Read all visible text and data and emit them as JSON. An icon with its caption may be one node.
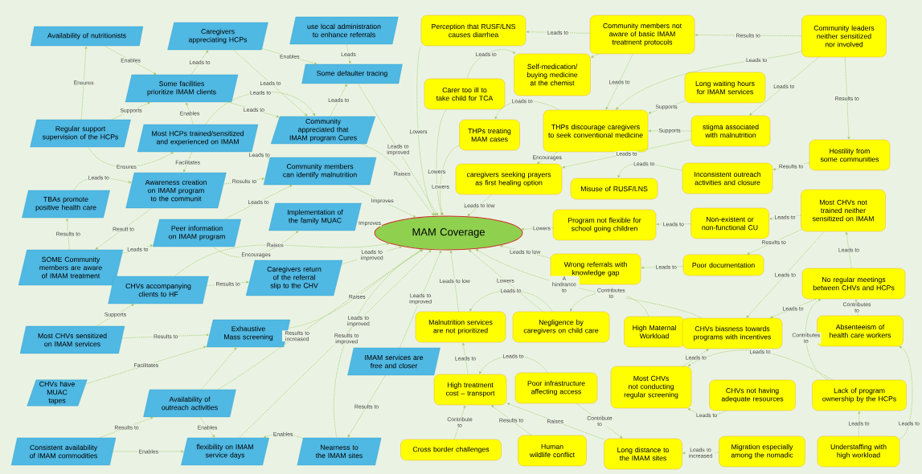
{
  "diagram": {
    "nodes": [
      {
        "text": [
          "MAM Coverage"
        ]
      },
      {
        "text": [
          "Availability of nutritionists"
        ]
      },
      {
        "text": [
          "Caregivers appreciating HCPs"
        ]
      },
      {
        "text": [
          "use local administration to enhance referrals"
        ]
      },
      {
        "text": [
          "Some defaulter tracing"
        ]
      },
      {
        "text": [
          "Some facilities prioritize IMAM clients"
        ]
      },
      {
        "text": [
          "Regular support supervision of the HCPs"
        ]
      },
      {
        "text": [
          "Most HCPs trained/sensitized and experienced on IMAM"
        ]
      },
      {
        "text": [
          "Community appreciated that IMAM program Cures"
        ]
      },
      {
        "text": [
          "Awareness creation on IMAM program to the communit"
        ]
      },
      {
        "text": [
          "Community members can identify malnutrition"
        ]
      },
      {
        "text": [
          "TBAs promote positive health care"
        ]
      },
      {
        "text": [
          "Implementation of the family MUAC"
        ]
      },
      {
        "text": [
          "Peer information on IMAM program"
        ]
      },
      {
        "text": [
          "SOME Community members are aware of IMAM treatment"
        ]
      },
      {
        "text": [
          "Caregivers return of the referral slip to the CHV"
        ]
      },
      {
        "text": [
          "CHVs accompanying clients to HF"
        ]
      },
      {
        "text": [
          "Most CHVs sensitized on IMAM services"
        ]
      },
      {
        "text": [
          "Exhaustive Mass screening"
        ]
      },
      {
        "text": [
          "IMAM services are free and closer"
        ]
      },
      {
        "text": [
          "CHVs have MUAC tapes"
        ]
      },
      {
        "text": [
          "Availability of outreach activities"
        ]
      },
      {
        "text": [
          "Consistent availability of IMAM commodities"
        ]
      },
      {
        "text": [
          "flexibility on IMAM service days"
        ]
      },
      {
        "text": [
          "Nearness to the IMAM sites"
        ]
      },
      {
        "text": [
          "Perception that RUSF/LNS causes diarrhea"
        ]
      },
      {
        "text": [
          "Community members not aware of basic IMAM treatment protocols"
        ]
      },
      {
        "text": [
          "Community leaders neither sensitized nor involved"
        ]
      },
      {
        "text": [
          "Self-medication/ buying medicine at the chemist"
        ]
      },
      {
        "text": [
          "Carer too ill to take child for TCA"
        ]
      },
      {
        "text": [
          "Long waiting hours for IMAM services"
        ]
      },
      {
        "text": [
          "THPs treating MAM cases"
        ]
      },
      {
        "text": [
          "THPs discourage caregivers to seek conventional medicine"
        ]
      },
      {
        "text": [
          "stigma associated with malnutrition"
        ]
      },
      {
        "text": [
          "Hostility from some communities"
        ]
      },
      {
        "text": [
          "caregivers seeking prayers as first healing option"
        ]
      },
      {
        "text": [
          "Misuse of RUSF/LNS"
        ]
      },
      {
        "text": [
          "Inconsistent outreach activities and closure"
        ]
      },
      {
        "text": [
          "Most CHVs not trained neither sensitized on IMAM"
        ]
      },
      {
        "text": [
          "Program not flexible for school going children"
        ]
      },
      {
        "text": [
          "Non-existent or non-functional CU"
        ]
      },
      {
        "text": [
          "Wrong referrals with knowledge gap"
        ]
      },
      {
        "text": [
          "Poor documentation"
        ]
      },
      {
        "text": [
          "No regular meetings between CHVs and HCPs"
        ]
      },
      {
        "text": [
          "Malnutrition services are not prioritized"
        ]
      },
      {
        "text": [
          "Negligence by caregivers on child care"
        ]
      },
      {
        "text": [
          "High Maternal Workload"
        ]
      },
      {
        "text": [
          "CHVs biasness towards programs with incentives"
        ]
      },
      {
        "text": [
          "Absenteeism of health care workers"
        ]
      },
      {
        "text": [
          "High treatment cost – transport"
        ]
      },
      {
        "text": [
          "Poor infrastructure affecting access"
        ]
      },
      {
        "text": [
          "Most CHVs not conducting regular screening"
        ]
      },
      {
        "text": [
          "CHVs not having adequate resources"
        ]
      },
      {
        "text": [
          "Lack of program ownership by the HCPs"
        ]
      },
      {
        "text": [
          "Cross border challenges"
        ]
      },
      {
        "text": [
          "Human wildlife conflict"
        ]
      },
      {
        "text": [
          "Long distance to the IMAM sites"
        ]
      },
      {
        "text": [
          "Migration especially among the nomadic"
        ]
      },
      {
        "text": [
          "Understaffing with high workload"
        ]
      }
    ],
    "edges": [
      {
        "from": 1,
        "to": 5,
        "arrow": "to",
        "label": "Enables"
      },
      {
        "from": 5,
        "to": 2,
        "arrow": "to",
        "label": "Leads to"
      },
      {
        "from": 2,
        "to": 4,
        "arrow": "to",
        "label": "Enables"
      },
      {
        "from": 2,
        "to": 8,
        "arrow": "to",
        "label": "Leads to"
      },
      {
        "from": 5,
        "to": 8,
        "arrow": "to",
        "label": "Leads to"
      },
      {
        "from": 6,
        "to": 1,
        "arrow": "to",
        "label": "Ensures"
      },
      {
        "from": 6,
        "to": 5,
        "arrow": "to",
        "label": "Supports"
      },
      {
        "from": 7,
        "to": 5,
        "arrow": "to",
        "label": "Enables"
      },
      {
        "from": 7,
        "to": 8,
        "arrow": "to",
        "label": "Leads to"
      },
      {
        "from": 6,
        "to": 7,
        "arrow": "to",
        "label": "Ensures"
      },
      {
        "from": 7,
        "to": 9,
        "arrow": "to",
        "label": "Facilitates"
      },
      {
        "from": 7,
        "to": 10,
        "arrow": "to",
        "label": "Leads to"
      },
      {
        "from": 3,
        "to": 4,
        "arrow": "to",
        "label": "Leads"
      },
      {
        "from": 8,
        "to": 4,
        "arrow": "to",
        "label": "Leads to"
      },
      {
        "from": 11,
        "to": 9,
        "arrow": "to",
        "label": "Leads to"
      },
      {
        "from": 9,
        "to": 10,
        "arrow": "to",
        "label": "Results to"
      },
      {
        "from": 13,
        "to": 10,
        "arrow": "to",
        "label": "Leads to"
      },
      {
        "from": 13,
        "to": 12,
        "arrow": "to",
        "label": "Encourages"
      },
      {
        "from": 9,
        "to": 14,
        "arrow": "to",
        "label": "Result to"
      },
      {
        "from": 14,
        "to": 11,
        "arrow": "to",
        "label": "Results to"
      },
      {
        "from": 14,
        "to": 13,
        "arrow": "to",
        "label": "Leads to"
      },
      {
        "from": 16,
        "to": 15,
        "arrow": "to",
        "label": "Results to"
      },
      {
        "from": 17,
        "to": 16,
        "arrow": "to",
        "label": "Supports"
      },
      {
        "from": 17,
        "to": 18,
        "arrow": "to",
        "label": "Results to"
      },
      {
        "from": 20,
        "to": 18,
        "arrow": "to",
        "label": "Facilitates"
      },
      {
        "from": 21,
        "to": 18,
        "arrow": "to"
      },
      {
        "from": 22,
        "to": 21,
        "arrow": "to",
        "label": "Results to"
      },
      {
        "from": 21,
        "to": 23,
        "arrow": "to",
        "label": "Enables"
      },
      {
        "from": 22,
        "to": 23,
        "arrow": "to",
        "label": "Enables"
      },
      {
        "from": 24,
        "to": 23,
        "arrow": "to",
        "label": "Enables"
      },
      {
        "from": 19,
        "to": 24,
        "arrow": "to",
        "label": "Results to"
      },
      {
        "from": 25,
        "to": 0,
        "arrow": "to",
        "label": "Lowers"
      },
      {
        "from": 8,
        "to": 0,
        "arrow": "to",
        "label": "Raises"
      },
      {
        "from": 4,
        "to": 0,
        "arrow": "to",
        "label": "Leads to improved"
      },
      {
        "from": 10,
        "to": 0,
        "arrow": "to",
        "label": "Improves"
      },
      {
        "from": 12,
        "to": 0,
        "arrow": "to",
        "label": "Improves"
      },
      {
        "from": 16,
        "to": 0,
        "arrow": "to",
        "label": "Raises"
      },
      {
        "from": 15,
        "to": 0,
        "arrow": "to",
        "label": "Leads to improved"
      },
      {
        "from": 18,
        "to": 0,
        "arrow": "to",
        "label": "Raises"
      },
      {
        "from": 21,
        "to": 0,
        "arrow": "to",
        "label": "Results to increased"
      },
      {
        "from": 23,
        "to": 0,
        "arrow": "to",
        "label": "Leads to improved"
      },
      {
        "from": 24,
        "to": 0,
        "arrow": "to",
        "label": "Results to improved"
      },
      {
        "from": 19,
        "to": 0,
        "arrow": "to",
        "label": "Leads to improved"
      },
      {
        "from": 26,
        "to": 25,
        "arrow": "to",
        "label": "Leads to"
      },
      {
        "from": 27,
        "to": 26,
        "arrow": "to",
        "label": "Results to"
      },
      {
        "from": 29,
        "to": 28,
        "arrow": "to",
        "label": "Leads to"
      },
      {
        "from": 26,
        "to": 28,
        "arrow": "to"
      },
      {
        "from": 26,
        "to": 32,
        "arrow": "to",
        "label": "Leads to"
      },
      {
        "from": 27,
        "to": 32,
        "arrow": "to",
        "label": "Leads to"
      },
      {
        "from": 27,
        "to": 33,
        "arrow": "to",
        "label": "Leads to"
      },
      {
        "from": 27,
        "to": 34,
        "arrow": "to",
        "label": "Results to"
      },
      {
        "from": 30,
        "to": 32,
        "arrow": "to",
        "label": "Supports"
      },
      {
        "from": 33,
        "to": 32,
        "arrow": "to",
        "label": "Supports"
      },
      {
        "from": 32,
        "to": 31,
        "arrow": "to",
        "label": "Leads to"
      },
      {
        "from": 32,
        "to": 35,
        "arrow": "to",
        "label": "Encourages"
      },
      {
        "from": 33,
        "to": 35,
        "arrow": "to",
        "label": "Leads to"
      },
      {
        "from": 37,
        "to": 36,
        "arrow": "to",
        "label": "Leads to"
      },
      {
        "from": 34,
        "to": 37,
        "arrow": "to",
        "label": "Results to"
      },
      {
        "from": 40,
        "to": 39,
        "arrow": "to",
        "label": "Leads to"
      },
      {
        "from": 38,
        "to": 40,
        "arrow": "to",
        "label": "Leads to"
      },
      {
        "from": 38,
        "to": 42,
        "arrow": "to",
        "label": "Results to"
      },
      {
        "from": 42,
        "to": 41,
        "arrow": "to",
        "label": "Leads to"
      },
      {
        "from": 43,
        "to": 38,
        "arrow": "to",
        "label": "Leads to"
      },
      {
        "from": 43,
        "to": 47,
        "arrow": "to",
        "label": "Leads to"
      },
      {
        "from": 38,
        "to": 47,
        "arrow": "to",
        "label": "Leads to"
      },
      {
        "from": 48,
        "to": 43,
        "arrow": "to",
        "label": "Contributes to"
      },
      {
        "from": 53,
        "to": 43,
        "arrow": "to",
        "label": "Contributes to"
      },
      {
        "from": 58,
        "to": 48,
        "arrow": "to",
        "label": "Leads to"
      },
      {
        "from": 58,
        "to": 53,
        "arrow": "to",
        "label": "Leads to"
      },
      {
        "from": 53,
        "to": 51,
        "arrow": "to",
        "label": "Leads to"
      },
      {
        "from": 52,
        "to": 51,
        "arrow": "to",
        "label": "Leads to"
      },
      {
        "from": 51,
        "to": 47,
        "arrow": "to",
        "label": "Leads to"
      },
      {
        "from": 46,
        "to": 45,
        "arrow": "to",
        "label": "Contributes to"
      },
      {
        "from": 47,
        "to": 0,
        "arrow": "to",
        "label": "A hindrance to"
      },
      {
        "from": 41,
        "to": 0,
        "arrow": "to",
        "label": "Leads to low"
      },
      {
        "from": 39,
        "to": 0,
        "arrow": "to",
        "label": "Lowers"
      },
      {
        "from": 35,
        "to": 0,
        "arrow": "to",
        "label": "Leads to low"
      },
      {
        "from": 29,
        "to": 0,
        "arrow": "to",
        "label": "Lowers"
      },
      {
        "from": 31,
        "to": 0,
        "arrow": "to",
        "label": "Lowers"
      },
      {
        "from": 44,
        "to": 0,
        "arrow": "to",
        "label": "Leads to low"
      },
      {
        "from": 45,
        "to": 0,
        "arrow": "to",
        "label": "Lowers"
      },
      {
        "from": 49,
        "to": 44,
        "arrow": "to",
        "label": "Leads to"
      },
      {
        "from": 50,
        "to": 49,
        "arrow": "to",
        "label": "Leads to"
      },
      {
        "from": 45,
        "to": 44,
        "arrow": "to",
        "label": "Leads to"
      },
      {
        "from": 54,
        "to": 49,
        "arrow": "to",
        "label": "Contribute to"
      },
      {
        "from": 55,
        "to": 49,
        "arrow": "to",
        "label": "Results to"
      },
      {
        "from": 56,
        "to": 49,
        "arrow": "to",
        "label": "Raises"
      },
      {
        "from": 50,
        "to": 56,
        "arrow": "to",
        "label": "Contribute to"
      },
      {
        "from": 57,
        "to": 56,
        "arrow": "to",
        "label": "Leads to increased"
      }
    ]
  }
}
